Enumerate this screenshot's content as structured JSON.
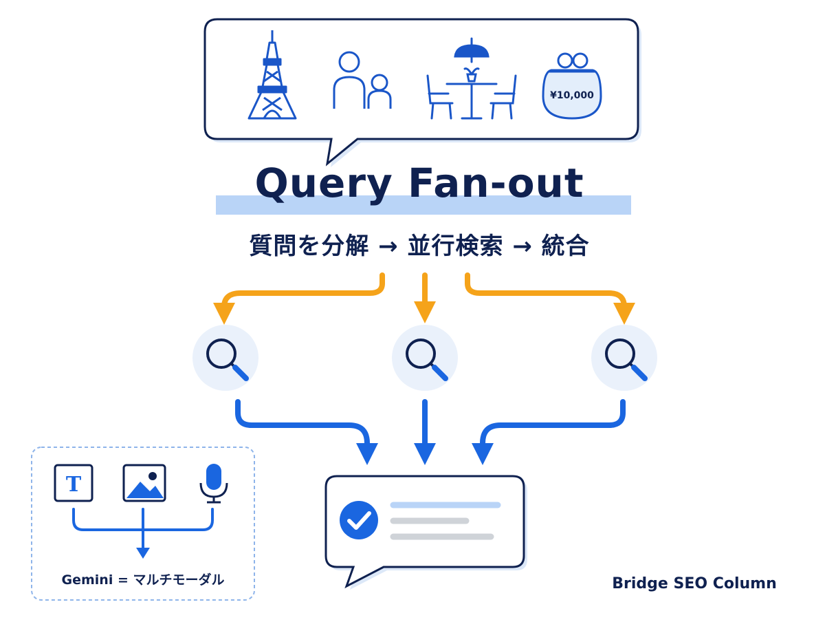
{
  "header": {
    "title": "Query Fan-out",
    "subtitle": "質問を分解 → 並行検索 → 統合"
  },
  "query_bubble": {
    "icons": [
      "tower-icon",
      "people-icon",
      "cafe-table-icon",
      "coin-purse-icon"
    ],
    "price_label": "¥10,000"
  },
  "search_nodes": [
    "search-icon",
    "search-icon",
    "search-icon"
  ],
  "result_panel": {
    "icon": "check-circle-icon"
  },
  "multimodal_box": {
    "icons": [
      "text-icon",
      "image-icon",
      "microphone-icon"
    ],
    "label": "Gemini = マルチモーダル"
  },
  "footer": {
    "credit": "Bridge SEO Column"
  },
  "colors": {
    "navy": "#0f2150",
    "blue": "#1a66e0",
    "orange": "#f5a31a",
    "light_blue": "#b9d4f7",
    "grey": "#cfd3d8",
    "circle_bg": "#eaf1fb"
  }
}
